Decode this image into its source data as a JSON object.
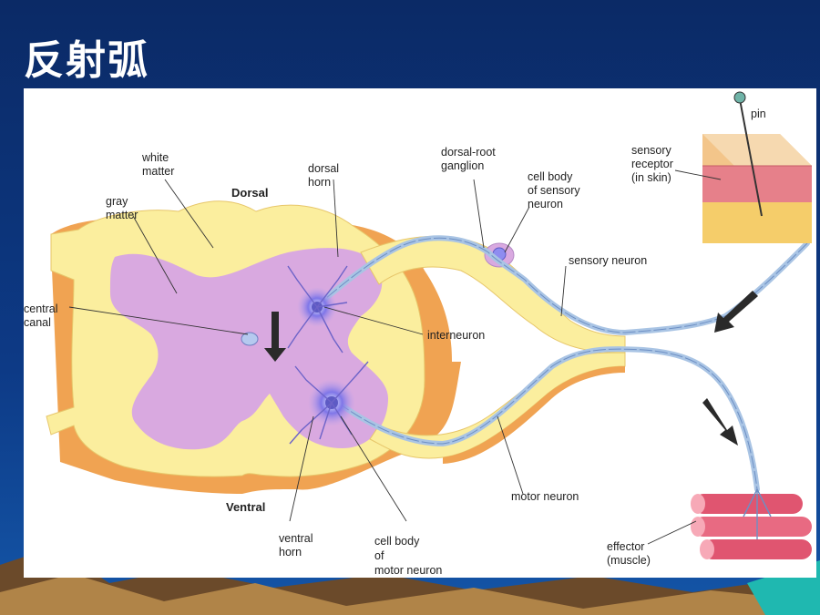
{
  "slide": {
    "title": "反射弧"
  },
  "diagram": {
    "labels": {
      "dorsal": "Dorsal",
      "ventral": "Ventral",
      "white_matter_1": "white",
      "white_matter_2": "matter",
      "gray_matter_1": "gray",
      "gray_matter_2": "matter",
      "dorsal_horn_1": "dorsal",
      "dorsal_horn_2": "horn",
      "drg_1": "dorsal-root",
      "drg_2": "ganglion",
      "cell_body_sensory_1": "cell body",
      "cell_body_sensory_2": "of sensory",
      "cell_body_sensory_3": "neuron",
      "pin": "pin",
      "sensory_receptor_1": "sensory",
      "sensory_receptor_2": "receptor",
      "sensory_receptor_3": "(in skin)",
      "sensory_neuron": "sensory neuron",
      "central_canal_1": "central",
      "central_canal_2": "canal",
      "interneuron": "interneuron",
      "motor_neuron": "motor neuron",
      "ventral_horn_1": "ventral",
      "ventral_horn_2": "horn",
      "cell_body_motor_1": "cell body",
      "cell_body_motor_2": "of",
      "cell_body_motor_3": "motor neuron",
      "effector_1": "effector",
      "effector_2": "(muscle)"
    },
    "colors": {
      "white_matter": "#fbee9e",
      "gray_matter": "#d9a9e0",
      "cut_surface": "#f0a352",
      "neuron": "#a9c4e4",
      "cell_body": "#7b6bd6",
      "muscle": "#e05570",
      "skin": "#f3c58a"
    }
  }
}
